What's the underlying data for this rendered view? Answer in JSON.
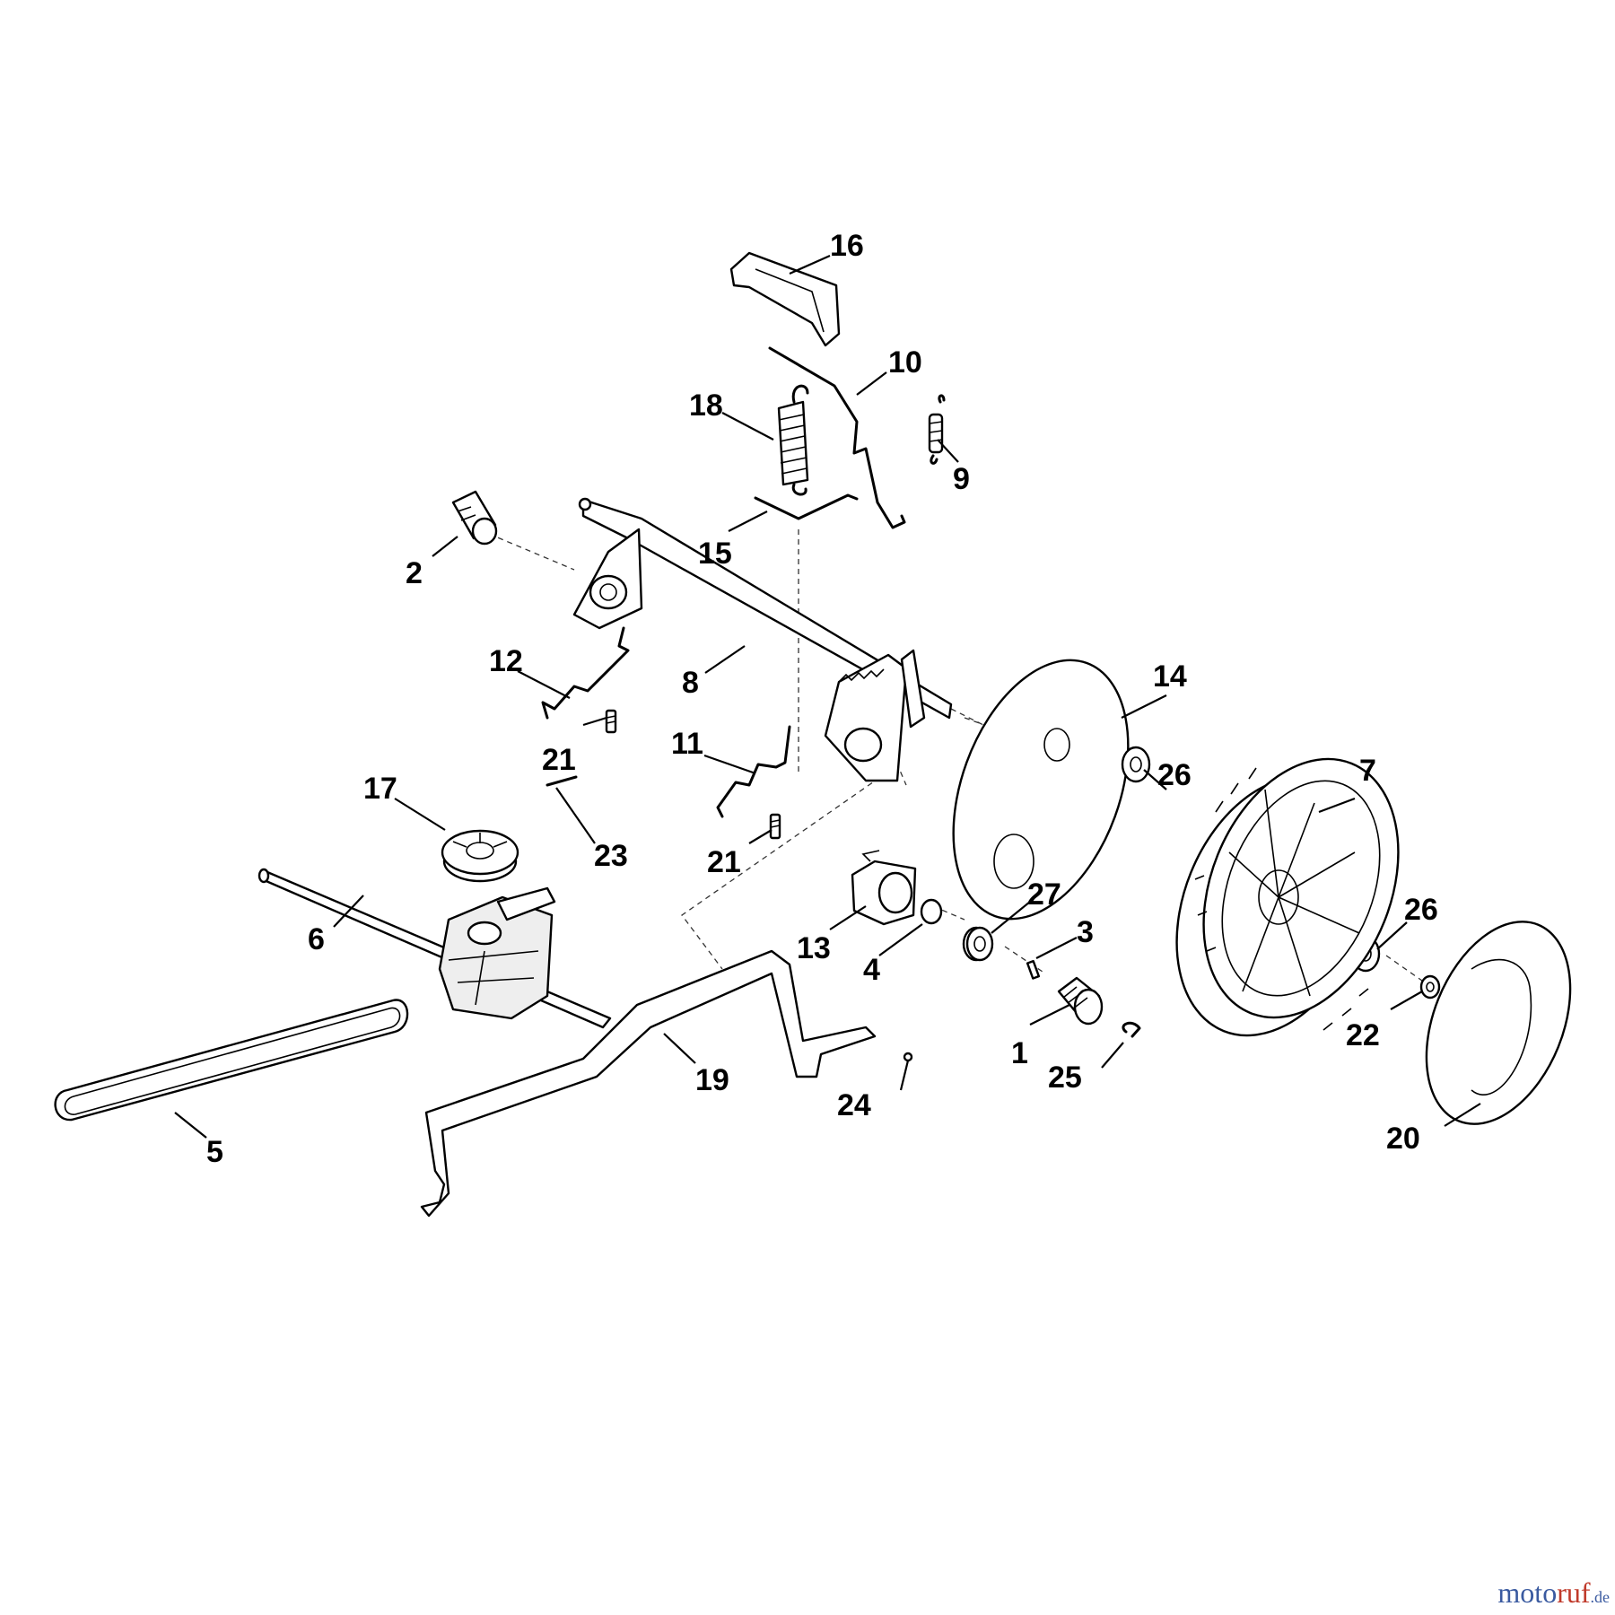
{
  "diagram": {
    "callouts": {
      "c1": "1",
      "c2": "2",
      "c3": "3",
      "c4": "4",
      "c5": "5",
      "c6": "6",
      "c7": "7",
      "c8": "8",
      "c9": "9",
      "c10": "10",
      "c11": "11",
      "c12": "12",
      "c13": "13",
      "c14": "14",
      "c15": "15",
      "c16": "16",
      "c17": "17",
      "c18": "18",
      "c19": "19",
      "c20": "20",
      "c21a": "21",
      "c21b": "21",
      "c22": "22",
      "c23": "23",
      "c24": "24",
      "c25": "25",
      "c26a": "26",
      "c26b": "26",
      "c27": "27"
    }
  },
  "watermark": {
    "part1": "moto",
    "part2": "ruf",
    "part3": ".de"
  }
}
